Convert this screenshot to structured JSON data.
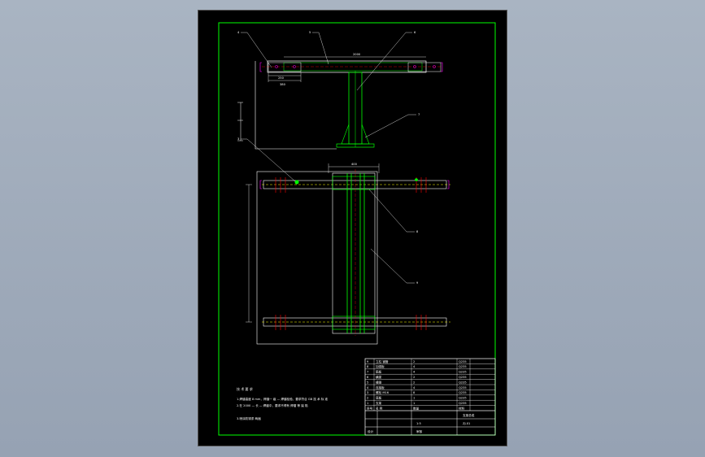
{
  "drawing": {
    "top_view": {
      "callouts": [
        "4",
        "5",
        "6",
        "7"
      ],
      "dims": [
        "2000",
        "250",
        "380"
      ]
    },
    "bottom_view": {
      "callouts": [
        "3",
        "8",
        "9"
      ],
      "dims": [
        "400"
      ]
    }
  },
  "notes": {
    "title": "技 术 要 求",
    "line1": "1.焊缝高度 8 mm，焊缝一 级 — 焊缝检验，要求符合 GB 技 术 标 准",
    "line2": "2.在 2000 — 长 — 焊缝中，要求不得有 焊瘤 等 缺 陷",
    "line3": "3.喷涂防锈漆 两遍"
  },
  "title_block": {
    "rows": [
      {
        "no": "9",
        "name": "立柱 钢管",
        "qty": "2",
        "mat": "Q235"
      },
      {
        "no": "8",
        "name": "加强板",
        "qty": "4",
        "mat": "Q235"
      },
      {
        "no": "7",
        "name": "筋板",
        "qty": "4",
        "mat": "Q235"
      },
      {
        "no": "6",
        "name": "横梁",
        "qty": "2",
        "mat": "Q235"
      },
      {
        "no": "5",
        "name": "槽钢",
        "qty": "2",
        "mat": "Q235"
      },
      {
        "no": "4",
        "name": "连接板",
        "qty": "4",
        "mat": "Q235"
      },
      {
        "no": "3",
        "name": "螺栓 M16",
        "qty": "8",
        "mat": "Q235"
      },
      {
        "no": "2",
        "name": "底板",
        "qty": "1",
        "mat": "Q235"
      },
      {
        "no": "1",
        "name": "支架",
        "qty": "1",
        "mat": "Q235"
      }
    ],
    "header": {
      "no": "序号",
      "name": "名 称",
      "qty": "数量",
      "mat": "材料"
    },
    "assembly_name": "支架总成",
    "scale": "1:5",
    "drawing_no": "ZJ-01",
    "designer": "设计",
    "checker": "审核"
  },
  "colors": {
    "sheet_background": "#000000",
    "frame_line": "#00ff00",
    "outline": "#ffffff",
    "part_line": "#00ff00",
    "hidden_line": "#ffff00",
    "center_line": "#ff0000",
    "marker": "#ff00ff"
  }
}
